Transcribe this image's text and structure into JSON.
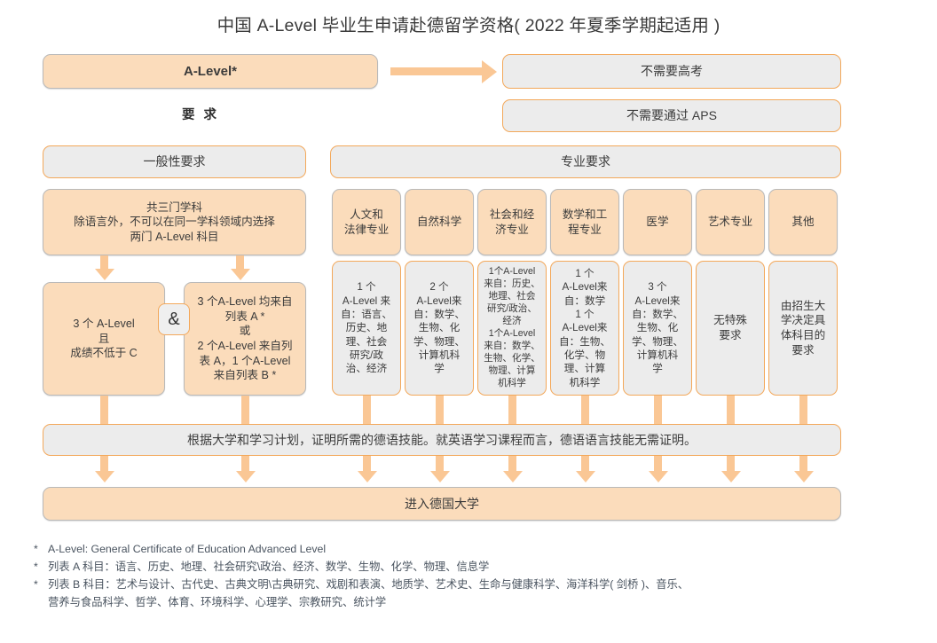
{
  "title": "中国 A-Level 毕业生申请赴德留学资格( 2022 年夏季学期起适用 )",
  "top": {
    "alevel_box": "A-Level*",
    "requirement_label": "要 求",
    "no_gaokao": "不需要高考",
    "no_aps": "不需要通过 APS"
  },
  "sections": {
    "general": "一般性要求",
    "major": "专业要求"
  },
  "general": {
    "subjects_rule": "共三门学科\n除语言外，不可以在同一学科领域内选择\n两门 A-Level 科目",
    "left_box": "3 个 A-Level\n且\n成绩不低于 C",
    "connector": "&",
    "right_box": "3 个A-Level 均来自\n列表 A *\n或\n2 个A-Level 来自列\n表 A，1 个A-Level\n来自列表 B *"
  },
  "majors": [
    {
      "name": "人文和\n法律专业",
      "requirement": "1 个\nA-Level 来\n自：语言、\n历史、地\n理、社会\n研究/政\n治、经济"
    },
    {
      "name": "自然科学",
      "requirement": "2 个\nA-Level来\n自：数学、\n生物、化\n学、物理、\n计算机科\n学"
    },
    {
      "name": "社会和经\n济专业",
      "requirement": "1个A-Level\n来自：历史、\n地理、社会\n研究/政治、\n经济\n1个A-Level\n来自：数学、\n生物、化学、\n物理、计算\n机科学"
    },
    {
      "name": "数学和工\n程专业",
      "requirement": "1 个\nA-Level来\n自：数学\n1 个\nA-Level来\n自：生物、\n化学、物\n理、计算\n机科学"
    },
    {
      "name": "医学",
      "requirement": "3 个\nA-Level来\n自：数学、\n生物、化\n学、物理、\n计算机科\n学"
    },
    {
      "name": "艺术专业",
      "requirement": "无特殊\n要求"
    },
    {
      "name": "其他",
      "requirement": "由招生大\n学决定具\n体科目的\n要求"
    }
  ],
  "bottom": {
    "german_skills": "根据大学和学习计划，证明所需的德语技能。就英语学习课程而言，德语语言技能无需证明。",
    "enter_university": "进入德国大学"
  },
  "footnotes": [
    {
      "star": "*",
      "text": "A-Level: General Certificate of Education Advanced Level",
      "cont": ""
    },
    {
      "star": "*",
      "text": "列表 A 科目：语言、历史、地理、社会研究\\政治、经济、数学、生物、化学、物理、信息学",
      "cont": ""
    },
    {
      "star": "*",
      "text": "列表 B 科目：艺术与设计、古代史、古典文明\\古典研究、戏剧和表演、地质学、艺术史、生命与健康科学、海洋科学( 剑桥 )、音乐、",
      "cont": "营养与食品科学、哲学、体育、环境科学、心理学、宗教研究、统计学"
    }
  ],
  "colors": {
    "orange_fill": "#fbdcbb",
    "orange_accent": "#fac795",
    "orange_border": "#f3a85a",
    "gray_fill": "#ececec",
    "gray_border": "#b9b9b9",
    "text": "#3b3b3b"
  }
}
